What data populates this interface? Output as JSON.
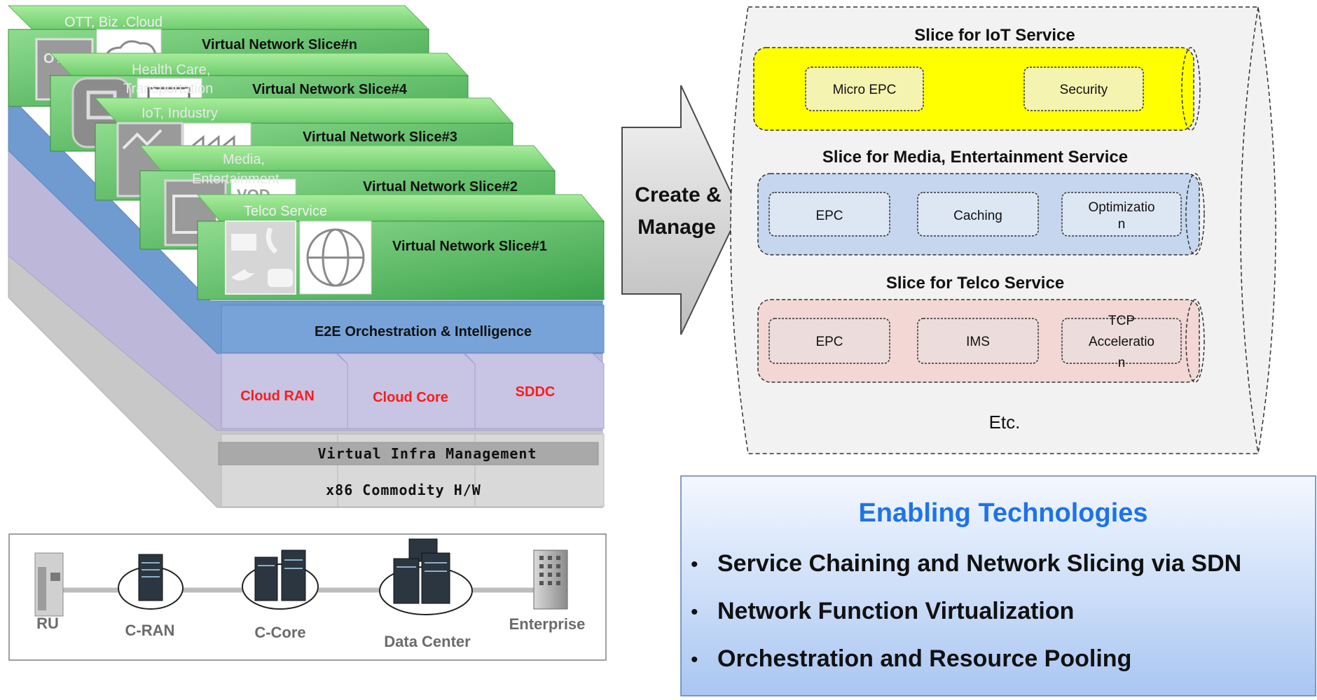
{
  "slice_stack": {
    "slices": [
      {
        "category": "OTT, Biz .Cloud",
        "title": "Virtual Network Slice#n"
      },
      {
        "category": "Health Care,",
        "category_line2": "Transportation",
        "title": "Virtual Network Slice#4"
      },
      {
        "category": "IoT, Industry",
        "title": "Virtual Network Slice#3"
      },
      {
        "category": "Media,",
        "category_line2": "Entertainment",
        "title": "Virtual Network Slice#2"
      },
      {
        "category": "Telco Service",
        "title": "Virtual Network Slice#1"
      }
    ],
    "orchestration": "E2E Orchestration & Intelligence",
    "functions": [
      "Cloud RAN",
      "Cloud Core",
      "SDDC"
    ],
    "infra_management": "Virtual Infra Management",
    "hardware": "x86 Commodity H/W",
    "ott_tile": "OTT",
    "vod_tile": "VOD",
    "function_color": "#ff1a1a"
  },
  "network": {
    "nodes": [
      "RU",
      "C-RAN",
      "C-Core",
      "Data Center",
      "Enterprise"
    ]
  },
  "arrow": {
    "line1": "Create &",
    "line2": "Manage"
  },
  "slice_container": {
    "iot": {
      "title": "Slice for IoT Service",
      "boxes": [
        "Micro EPC",
        "Security"
      ],
      "color": "#ffff00"
    },
    "media": {
      "title": "Slice for Media, Entertainment Service",
      "boxes": [
        "EPC",
        "Caching",
        "Optimizatio",
        "n"
      ],
      "color": "#c5d6ee"
    },
    "telco": {
      "title": "Slice for Telco Service",
      "boxes": [
        "EPC",
        "IMS",
        "TCP",
        "Acceleratio",
        "n"
      ],
      "color": "#f2d7d4"
    },
    "etc": "Etc."
  },
  "enabling": {
    "title": "Enabling Technologies",
    "items": [
      "Service Chaining and Network Slicing via SDN",
      "Network Function Virtualization",
      "Orchestration and Resource Pooling"
    ],
    "title_color": "#1e73e8"
  }
}
